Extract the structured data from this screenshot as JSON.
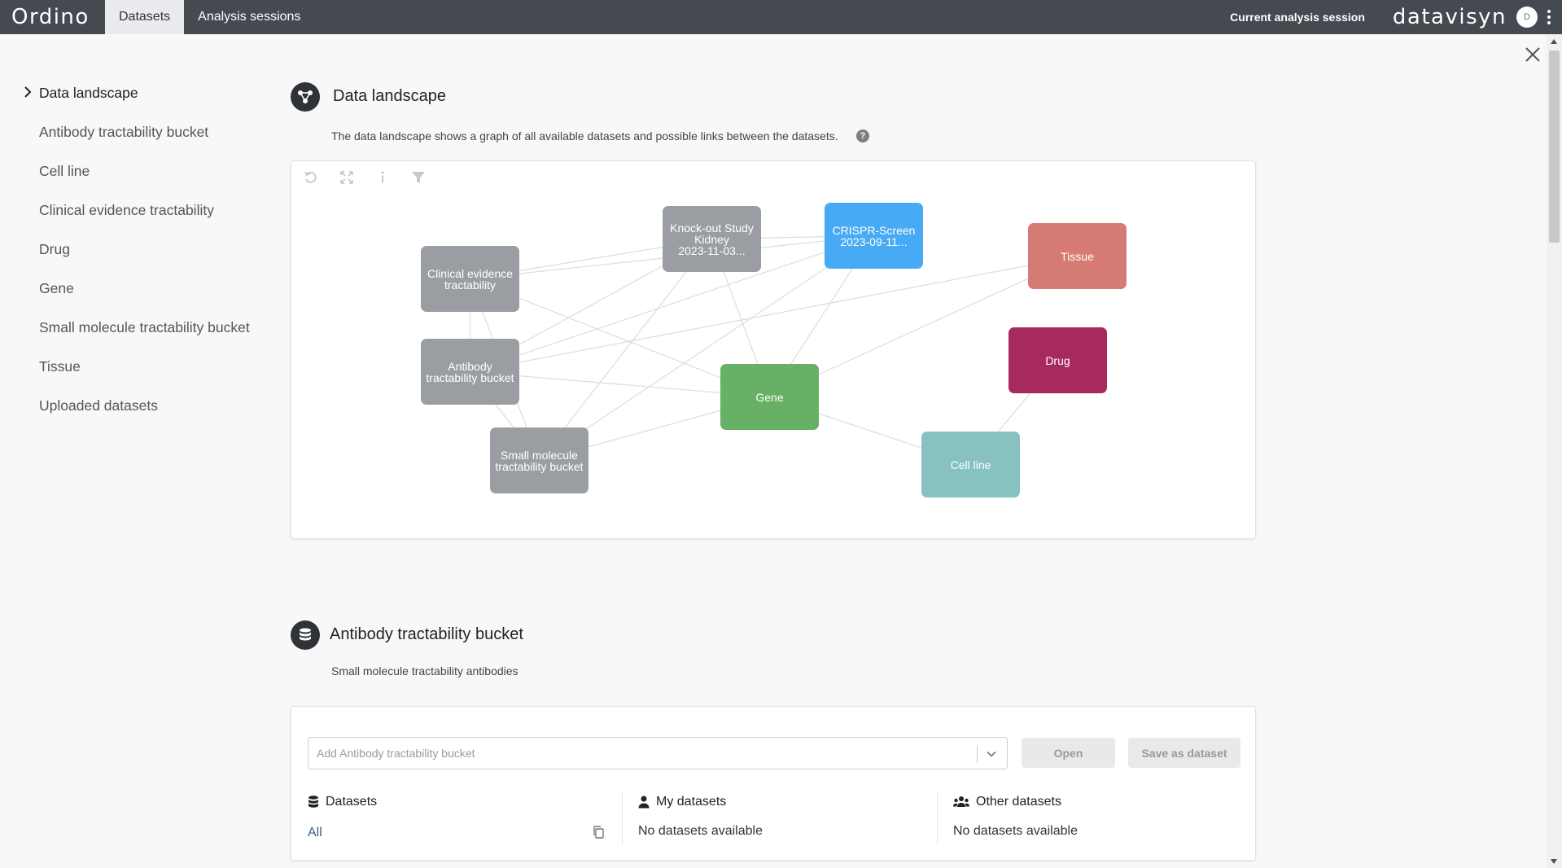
{
  "app": {
    "logo": "Ordino",
    "brand": "datavisyn",
    "avatar_initial": "D",
    "current_session_label": "Current analysis session"
  },
  "nav_tabs": [
    {
      "label": "Datasets",
      "active": true
    },
    {
      "label": "Analysis sessions",
      "active": false
    }
  ],
  "sidebar": {
    "items": [
      {
        "label": "Data landscape",
        "active": true
      },
      {
        "label": "Antibody tractability bucket"
      },
      {
        "label": "Cell line"
      },
      {
        "label": "Clinical evidence tractability"
      },
      {
        "label": "Drug"
      },
      {
        "label": "Gene"
      },
      {
        "label": "Small molecule tractability bucket"
      },
      {
        "label": "Tissue"
      },
      {
        "label": "Uploaded datasets"
      }
    ]
  },
  "landscape": {
    "title": "Data landscape",
    "description": "The data landscape shows a graph of all available datasets and possible links between the datasets.",
    "help_glyph": "?",
    "toolbar": [
      "reset-icon",
      "fit-icon",
      "info-icon",
      "filter-icon"
    ],
    "nodes": [
      {
        "id": "clinical",
        "lines": [
          "Clinical evidence",
          "tractability"
        ],
        "color": "#9a9ea3"
      },
      {
        "id": "knockout",
        "lines": [
          "Knock-out Study",
          "Kidney",
          "2023-11-03..."
        ],
        "color": "#9a9ea3"
      },
      {
        "id": "crispr",
        "lines": [
          "CRISPR-Screen",
          "2023-09-11..."
        ],
        "color": "#47aaf5"
      },
      {
        "id": "tissue",
        "lines": [
          "Tissue"
        ],
        "color": "#d67b73"
      },
      {
        "id": "antibody",
        "lines": [
          "Antibody",
          "tractability bucket"
        ],
        "color": "#9a9ea3"
      },
      {
        "id": "gene",
        "lines": [
          "Gene"
        ],
        "color": "#66b166"
      },
      {
        "id": "drug",
        "lines": [
          "Drug"
        ],
        "color": "#a72a5e"
      },
      {
        "id": "smallmol",
        "lines": [
          "Small molecule",
          "tractability bucket"
        ],
        "color": "#9a9ea3"
      },
      {
        "id": "cellline",
        "lines": [
          "Cell line"
        ],
        "color": "#87c2c0"
      }
    ],
    "edges": [
      [
        "clinical",
        "knockout"
      ],
      [
        "clinical",
        "crispr"
      ],
      [
        "clinical",
        "antibody"
      ],
      [
        "clinical",
        "smallmol"
      ],
      [
        "clinical",
        "gene"
      ],
      [
        "antibody",
        "knockout"
      ],
      [
        "antibody",
        "crispr"
      ],
      [
        "antibody",
        "tissue"
      ],
      [
        "antibody",
        "gene"
      ],
      [
        "antibody",
        "smallmol"
      ],
      [
        "knockout",
        "crispr"
      ],
      [
        "knockout",
        "gene"
      ],
      [
        "knockout",
        "smallmol"
      ],
      [
        "crispr",
        "gene"
      ],
      [
        "crispr",
        "smallmol"
      ],
      [
        "tissue",
        "gene"
      ],
      [
        "smallmol",
        "gene"
      ],
      [
        "gene",
        "cellline"
      ],
      [
        "drug",
        "cellline"
      ]
    ]
  },
  "bucket": {
    "title": "Antibody tractability bucket",
    "description": "Small molecule tractability antibodies",
    "select_placeholder": "Add Antibody tractability bucket",
    "open_label": "Open",
    "save_label": "Save as dataset",
    "columns": {
      "datasets": {
        "title": "Datasets",
        "link": "All"
      },
      "my": {
        "title": "My datasets",
        "empty": "No datasets available"
      },
      "other": {
        "title": "Other datasets",
        "empty": "No datasets available"
      }
    }
  }
}
